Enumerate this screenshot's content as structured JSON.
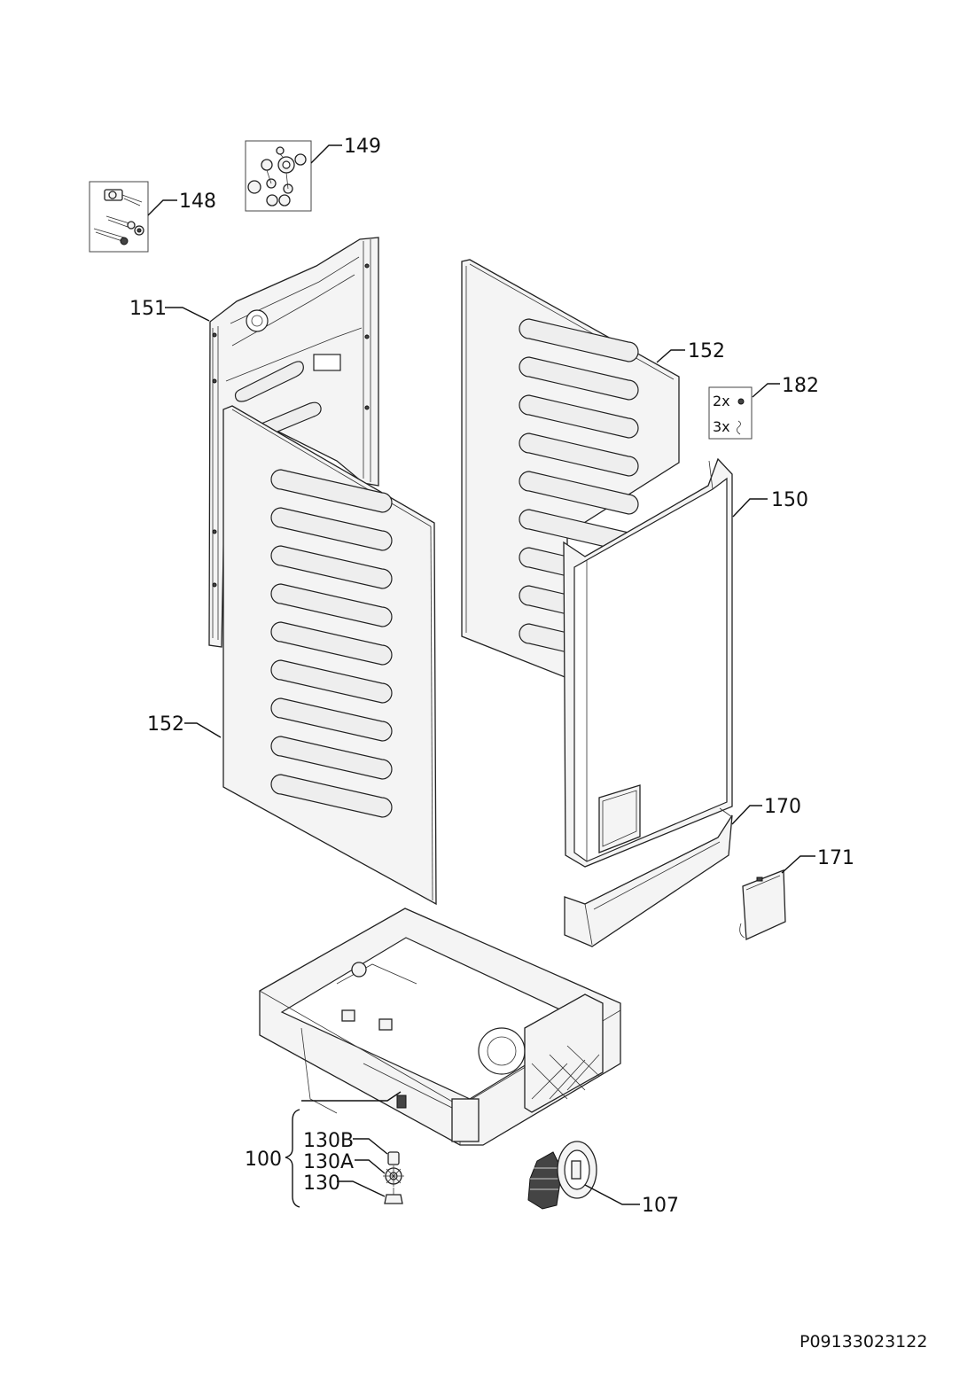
{
  "labels": {
    "l148": "148",
    "l149": "149",
    "l151": "151",
    "l152_top": "152",
    "l182": "182",
    "l150": "150",
    "l152_left": "152",
    "l170": "170",
    "l171": "171",
    "l100": "100",
    "l130b": "130B",
    "l130a": "130A",
    "l130": "130",
    "l107": "107"
  },
  "kit182": {
    "row1_qty": "2x",
    "row2_qty": "3x"
  },
  "drawing_code": "P09133023122"
}
